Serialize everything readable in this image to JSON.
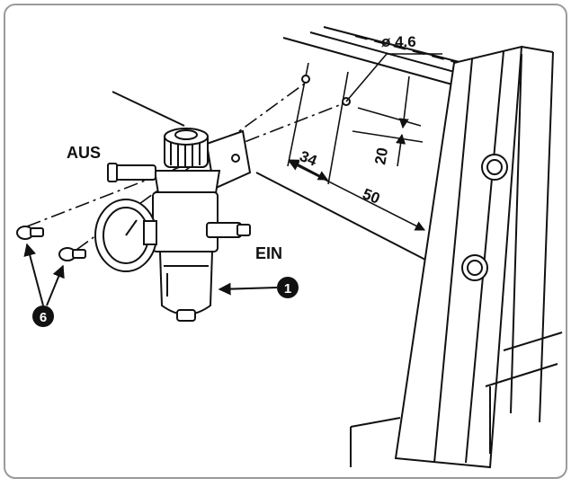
{
  "diagram": {
    "labels": {
      "hole_diameter": "ø 4.6",
      "dim_vertical": "20",
      "dim_34": "34",
      "dim_50": "50",
      "outlet": "AUS",
      "inlet": "EIN"
    },
    "callouts": {
      "regulator": "1",
      "screws": "6"
    },
    "colors": {
      "ink": "#111111",
      "frame": "#9a9a9a",
      "paper": "#ffffff",
      "badge": "#111111",
      "badge_text": "#ffffff"
    }
  }
}
